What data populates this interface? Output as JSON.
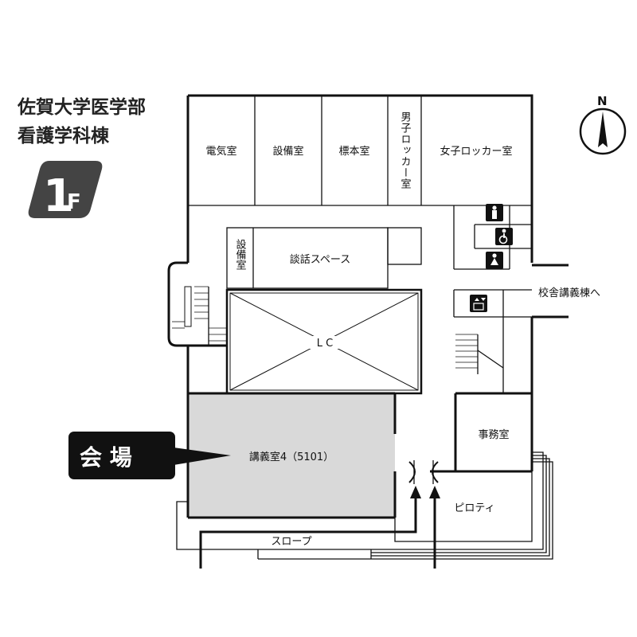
{
  "building": {
    "title_line1": "佐賀大学医学部",
    "title_line2": "看護学科棟"
  },
  "floor": {
    "number": "1",
    "suffix": "F"
  },
  "compass": {
    "label": "N"
  },
  "rooms": {
    "electric": "電気室",
    "equipment_top": "設備室",
    "specimen": "標本室",
    "male_locker": "男子ロッカー室",
    "female_locker": "女子ロッカー室",
    "equipment_small": "設備室",
    "lounge": "談話スペース",
    "lc": "L C",
    "lecture": "講義室4（5101）",
    "office": "事務室",
    "piloti": "ピロティ",
    "slope": "スロープ",
    "to_school_building": "校舎講義棟へ"
  },
  "venue": {
    "label": "会 場"
  },
  "colors": {
    "venue_room": "#d9d9d9",
    "badge": "#444444",
    "callout": "#111111"
  },
  "icons": [
    "male-toilet-icon",
    "accessible-toilet-icon",
    "female-toilet-icon",
    "elevator-icon",
    "north-arrow-icon",
    "entrance-arrow-icon"
  ]
}
